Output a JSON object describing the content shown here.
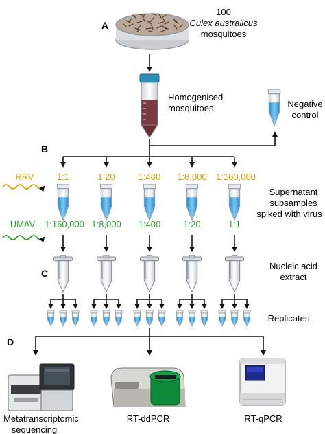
{
  "steps": {
    "a": "A",
    "b": "B",
    "c": "C",
    "d": "D"
  },
  "mosquitoes": {
    "count": "100",
    "species": "Culex australicus",
    "noun": "mosquitoes"
  },
  "homogenised": {
    "line1": "Homogenised",
    "line2": "mosquitoes"
  },
  "negative_control": {
    "line1": "Negative",
    "line2": "control"
  },
  "rrv": {
    "label": "RRV",
    "dilutions": [
      "1:1",
      "1:20",
      "1:400",
      "1:8,000",
      "1:160,000"
    ]
  },
  "umav": {
    "label": "UMAV",
    "dilutions": [
      "1:160,000",
      "1:8,000",
      "1:400",
      "1:20",
      "1:1"
    ]
  },
  "supernatant": {
    "line1": "Supernatant",
    "line2": "subsamples",
    "line3": "spiked with virus"
  },
  "nucleic": {
    "line1": "Nucleic acid",
    "line2": "extract"
  },
  "replicates": "Replicates",
  "methods": {
    "meta_line1": "Metatranscriptomic",
    "meta_line2": "sequencing",
    "ddpcr": "RT-ddPCR",
    "qpcr": "RT-qPCR"
  },
  "colors": {
    "rrv": "#e0a000",
    "umav": "#2aa02a",
    "tube_liquid": "#4aaee6",
    "instrument_green": "#0e8a3a"
  }
}
